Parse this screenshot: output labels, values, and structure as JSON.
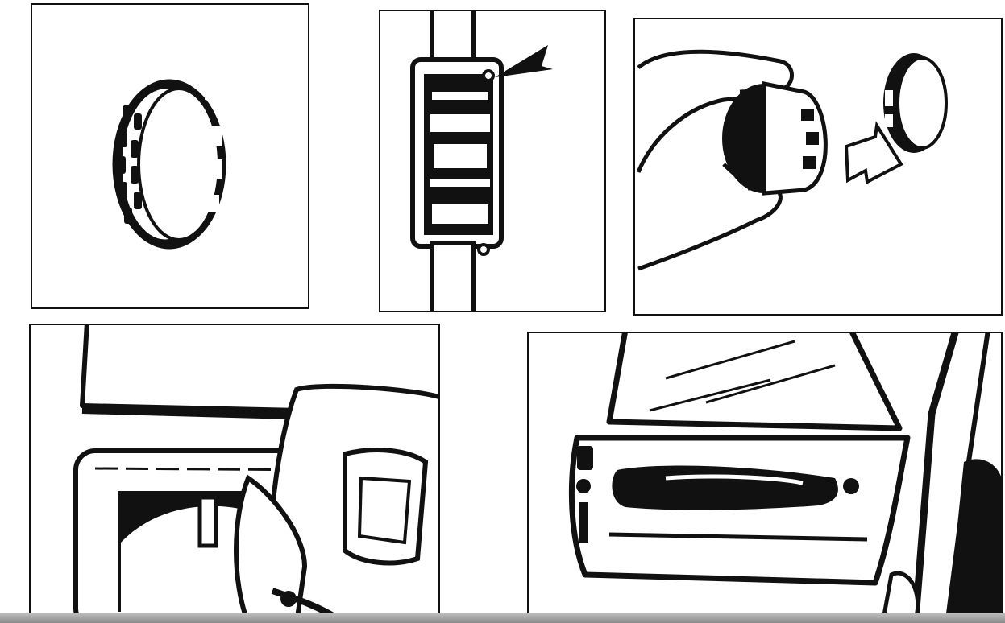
{
  "figure": {
    "panels": [
      {
        "id": "panel-1",
        "depicts": "trim-ring"
      },
      {
        "id": "panel-2",
        "depicts": "mounting-bracket-with-arrow"
      },
      {
        "id": "panel-3",
        "depicts": "hand-holding-knob-and-ring"
      },
      {
        "id": "panel-4",
        "depicts": "hand-removing-door-panel"
      },
      {
        "id": "panel-5",
        "depicts": "car-door-interior-panel"
      }
    ],
    "colors": {
      "ink": "#111111",
      "paper": "#ffffff",
      "strip": "#9a9a9a"
    }
  }
}
